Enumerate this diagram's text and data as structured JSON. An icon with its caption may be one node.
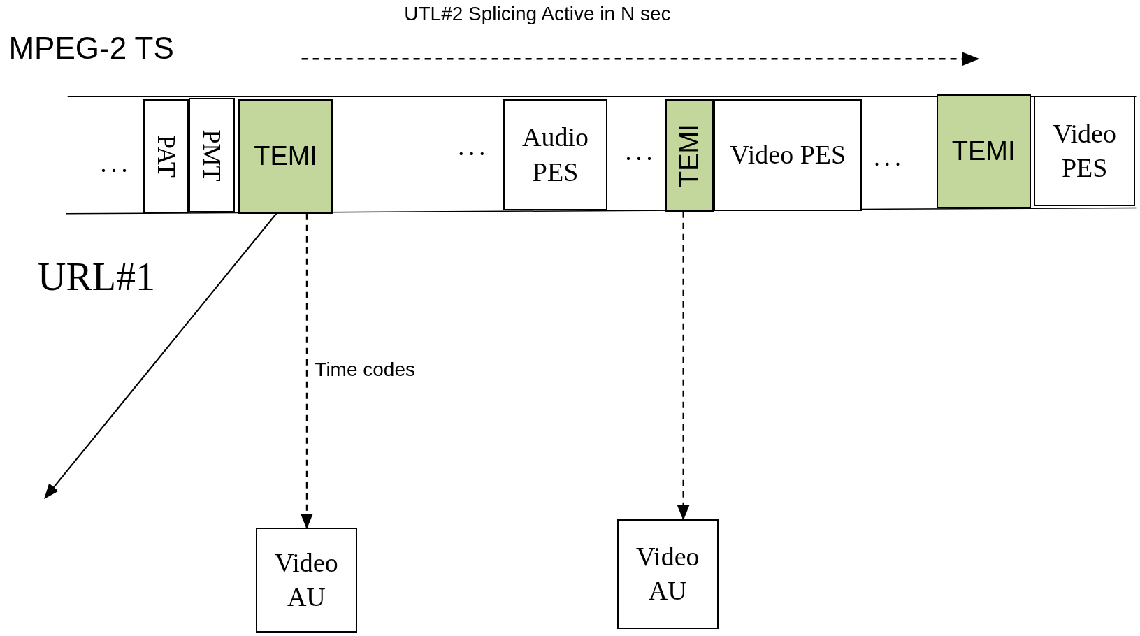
{
  "diagram": {
    "nodes": [
      {
        "text": [
          "PAT"
        ]
      },
      {
        "text": [
          "PMT"
        ]
      },
      {
        "text": [
          "TEMI"
        ]
      },
      {
        "text": [
          "Audio PES"
        ]
      },
      {
        "text": [
          "TEMI"
        ]
      },
      {
        "text": [
          "Video PES"
        ]
      },
      {
        "text": [
          "TEMI"
        ]
      },
      {
        "text": [
          "Video PES"
        ]
      },
      {
        "text": [
          "Video AU"
        ]
      },
      {
        "text": [
          "Video AU"
        ]
      }
    ],
    "edges": [
      {
        "from": 2,
        "to": null,
        "arrow": "to",
        "label": "URL#1"
      },
      {
        "from": 2,
        "to": 8,
        "arrow": "to",
        "style": "dashed",
        "label": "Time codes"
      },
      {
        "from": 4,
        "to": 9,
        "arrow": "to",
        "style": "dashed"
      }
    ],
    "labels": [
      "MPEG-2 TS",
      "UTL#2 Splicing Active in N sec",
      "...",
      "...",
      "...",
      "..."
    ]
  }
}
